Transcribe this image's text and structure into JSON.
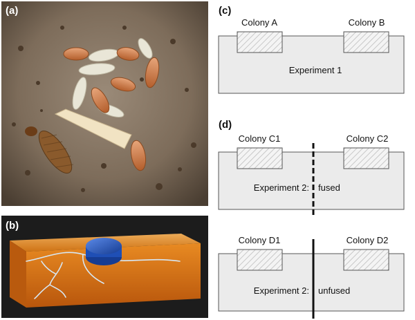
{
  "panels": {
    "a": {
      "label": "(a)"
    },
    "b": {
      "label": "(b)"
    },
    "c": {
      "label": "(c)",
      "colony_left": "Colony A",
      "colony_right": "Colony B",
      "caption": "Experiment 1"
    },
    "d_top": {
      "label": "(d)",
      "colony_left": "Colony C1",
      "colony_right": "Colony C2",
      "caption_left": "Experiment 2:",
      "caption_right": "fused"
    },
    "d_bottom": {
      "colony_left": "Colony D1",
      "colony_right": "Colony D2",
      "caption_left": "Experiment 2:",
      "caption_right": "unfused"
    }
  },
  "colors": {
    "box_fill": "#ebebeb",
    "box_stroke": "#555555",
    "photo_ground": "#7a6a58",
    "termite_body": "#c8743d",
    "ct_background": "#1c1c1c",
    "ct_wood": "#e8891c",
    "ct_disc": "#1f4fb5",
    "ct_tunnel": "#d7e8f5"
  },
  "icons": [
    "termite-photo",
    "ct-scan-image",
    "hatched-colony-container",
    "barrier-line"
  ]
}
